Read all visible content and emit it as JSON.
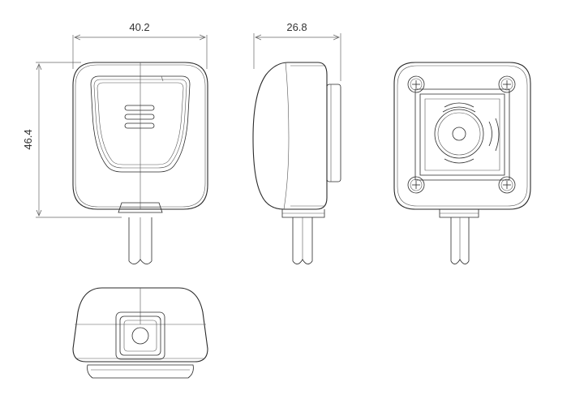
{
  "dimensions": {
    "width": "40.2",
    "depth": "26.8",
    "height": "46.4"
  },
  "colors": {
    "line": "#2a2a2a",
    "dimension": "#666666",
    "background": "#ffffff"
  }
}
